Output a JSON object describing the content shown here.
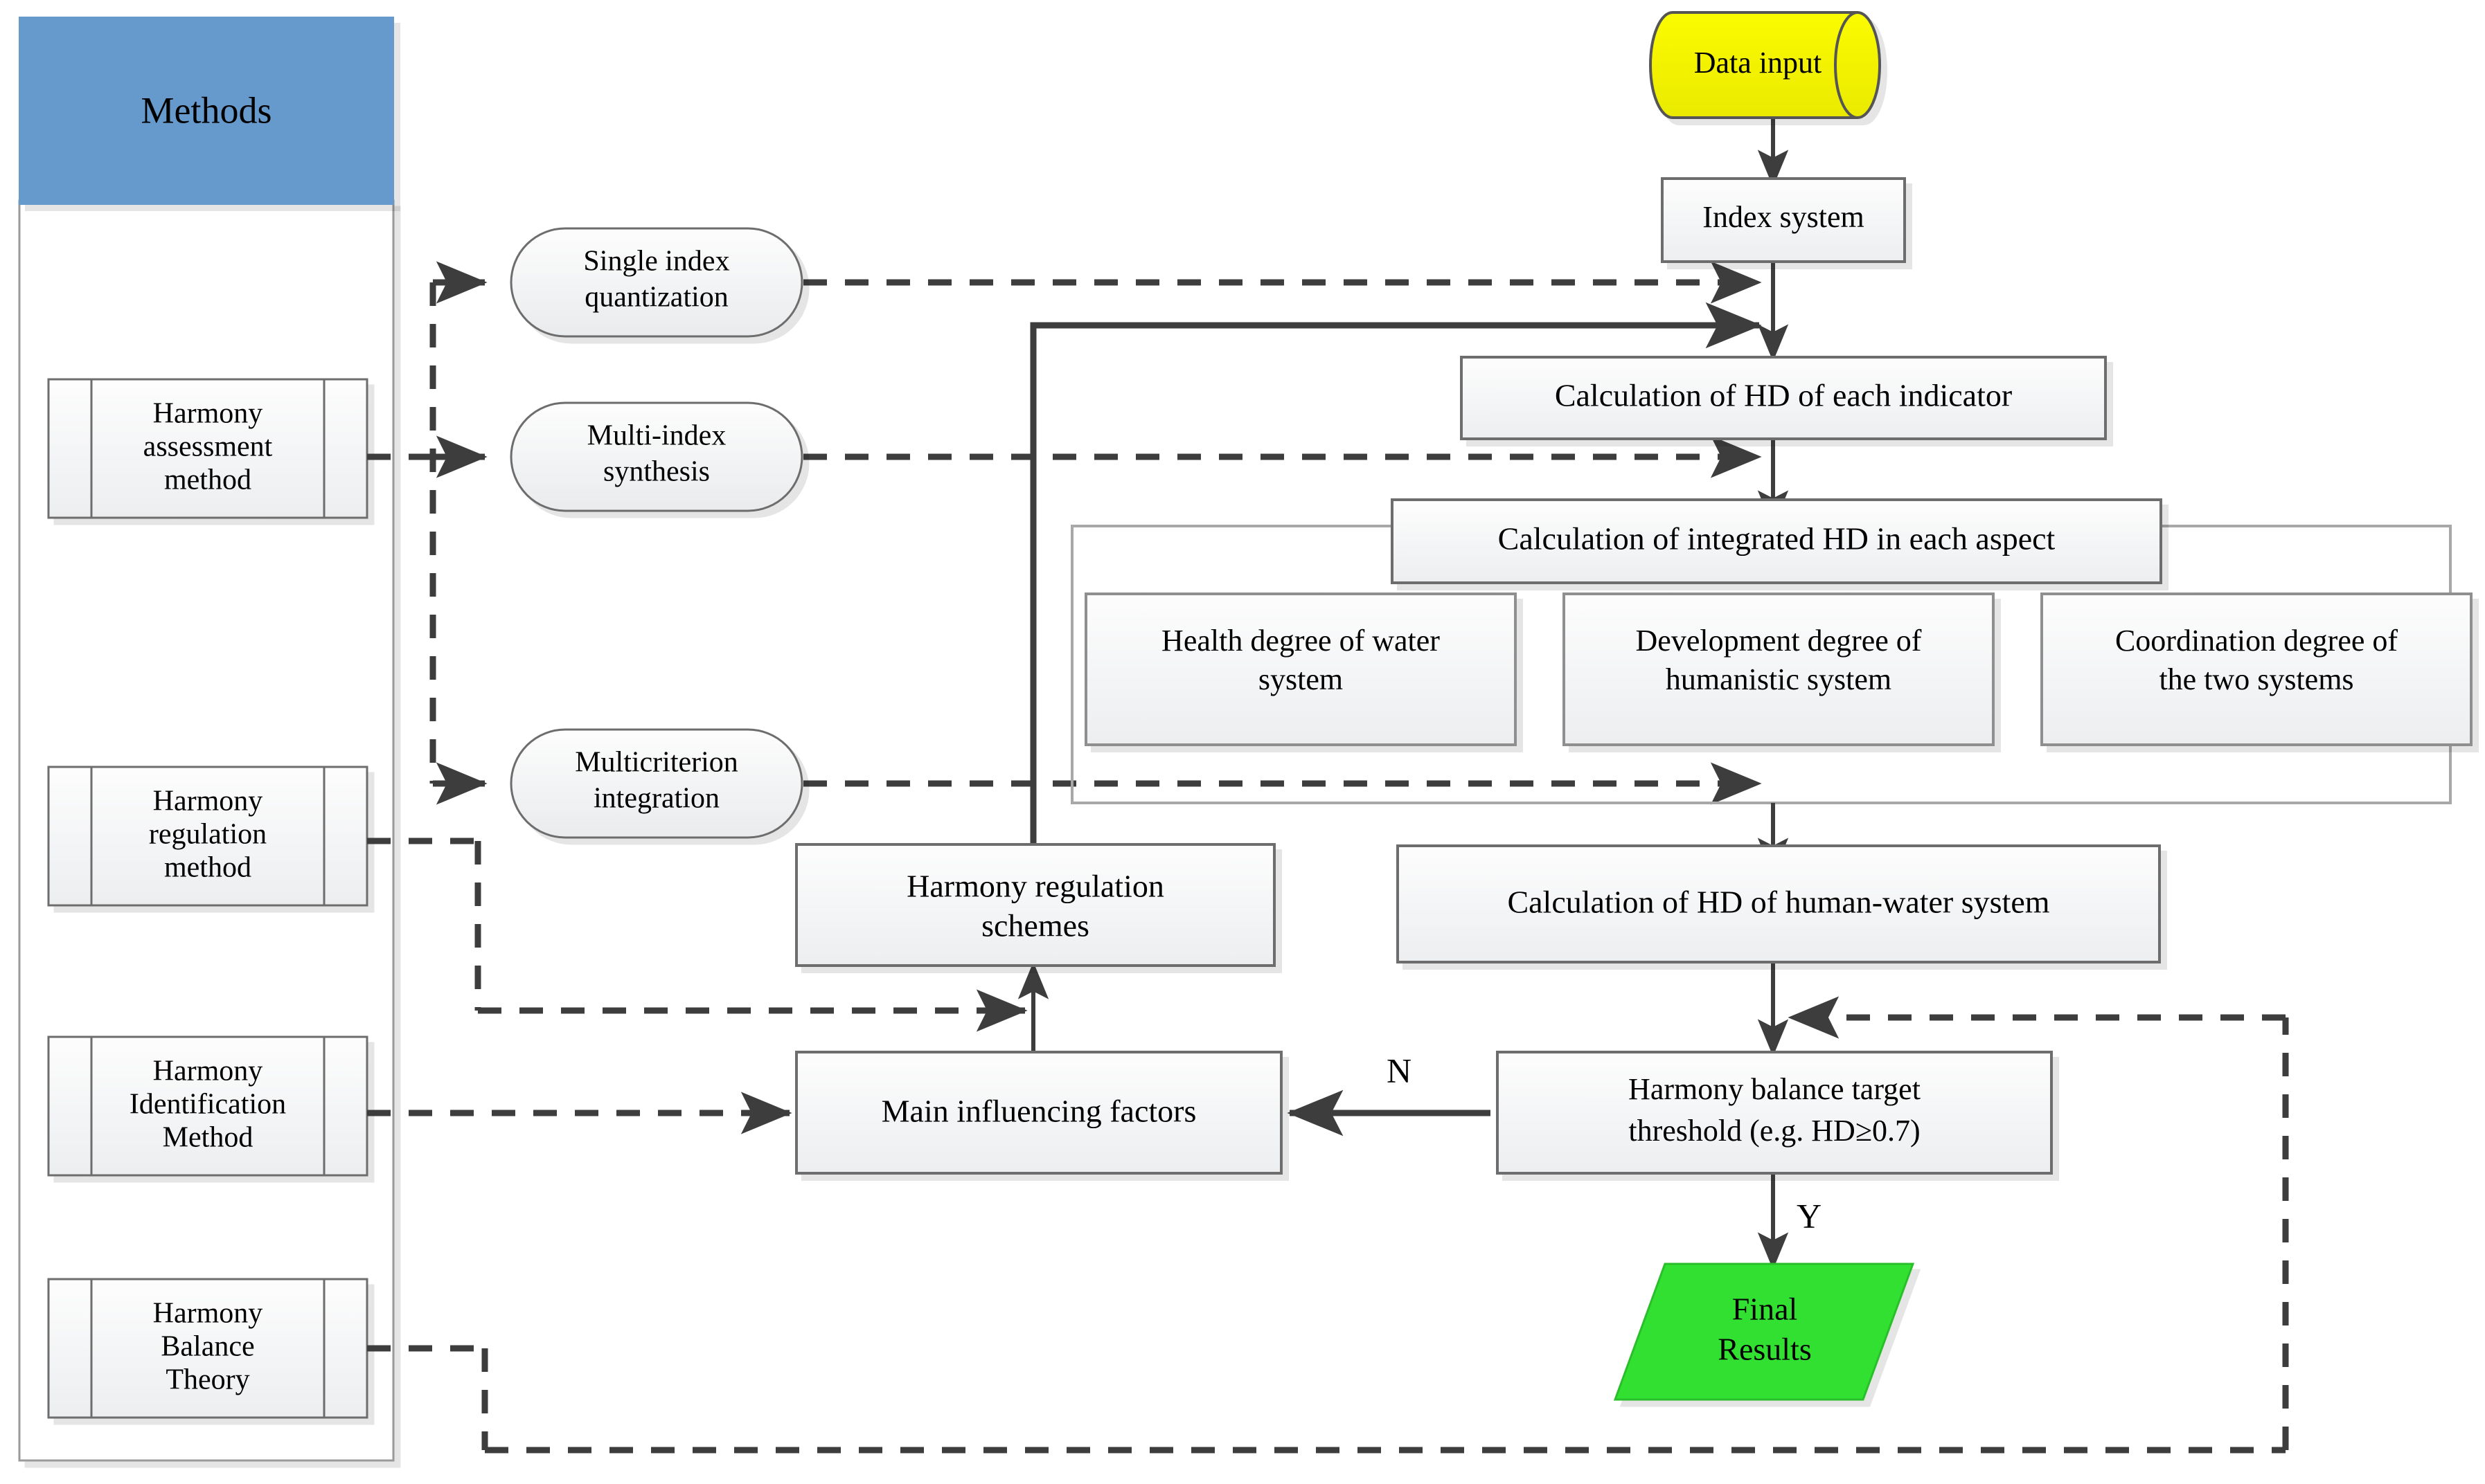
{
  "diagram": {
    "title_panel": {
      "label": "Methods",
      "header_color": "#6699cc"
    },
    "methods": [
      {
        "id": "m1",
        "label": "Harmony\nassessment\nmethod"
      },
      {
        "id": "m2",
        "label": "Harmony\nregulation\nmethod"
      },
      {
        "id": "m3",
        "label": "Harmony\nIdentification\nMethod"
      },
      {
        "id": "m4",
        "label": "Harmony\nBalance\nTheory"
      }
    ],
    "method_nodes": [
      {
        "id": "r1",
        "label": "Single index\nquantization"
      },
      {
        "id": "r2",
        "label": "Multi-index\nsynthesis"
      },
      {
        "id": "r3",
        "label": "Multicriterion\nintegration"
      }
    ],
    "flow_nodes": [
      {
        "id": "data_input",
        "label": "Data input",
        "shape": "cylinder",
        "color": "#f2f200"
      },
      {
        "id": "index_system",
        "label": "Index system",
        "shape": "rect"
      },
      {
        "id": "calc_hd_indicator",
        "label": "Calculation of HD of each indicator",
        "shape": "rect"
      },
      {
        "id": "calc_integrated_hd",
        "label": "Calculation of integrated HD in each aspect",
        "shape": "rect"
      },
      {
        "id": "health_degree",
        "label": "Health degree of water\nsystem",
        "shape": "rect"
      },
      {
        "id": "development_degree",
        "label": "Development degree of\nhumanistic system",
        "shape": "rect"
      },
      {
        "id": "coordination_degree",
        "label": "Coordination degree of\nthe two systems",
        "shape": "rect"
      },
      {
        "id": "calc_hd_human_water",
        "label": "Calculation of HD of human-water system",
        "shape": "rect"
      },
      {
        "id": "harmony_schemes",
        "label": "Harmony regulation\nschemes",
        "shape": "rect"
      },
      {
        "id": "main_factors",
        "label": "Main influencing factors",
        "shape": "rect"
      },
      {
        "id": "balance_threshold",
        "label": "Harmony balance target\nthreshold (e.g. HD≥0.7)",
        "shape": "rect"
      },
      {
        "id": "final_results",
        "label": "Final\nResults",
        "shape": "parallelogram",
        "color": "#33e033"
      }
    ],
    "edge_labels": [
      {
        "id": "label_n",
        "text": "N"
      },
      {
        "id": "label_y",
        "text": "Y"
      }
    ],
    "colors": {
      "panel_header": "#6699cc",
      "data_input_fill": "#f2f200",
      "final_results_fill": "#33e033",
      "box_fill_top": "#fdfdfd",
      "box_fill_bottom": "#eef0f1",
      "stroke": "#5a5a5a",
      "edge": "#404040"
    }
  }
}
